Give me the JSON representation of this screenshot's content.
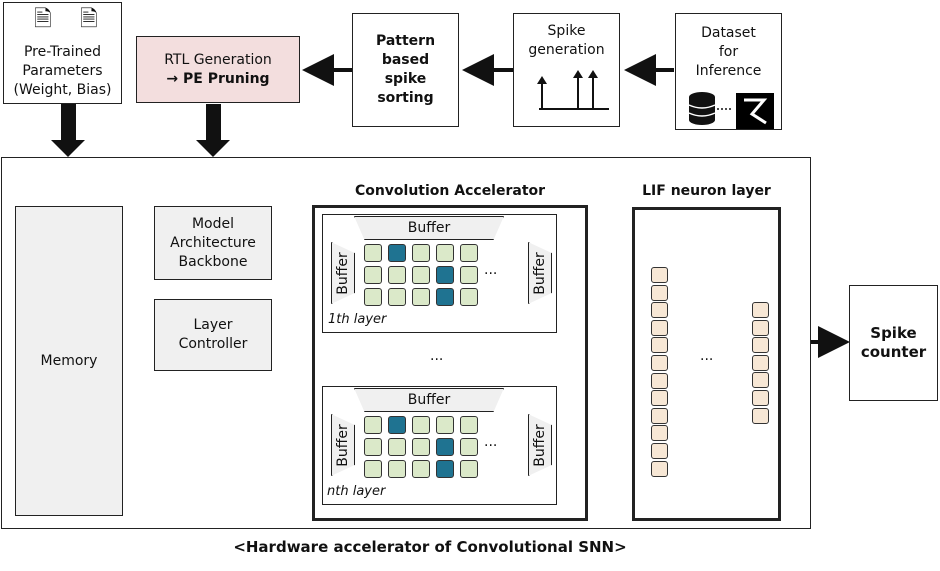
{
  "top": {
    "pretrained": "Pre-Trained\nParameters\n(Weight, Bias)",
    "rtl_line1": "RTL Generation",
    "rtl_line2": "→ PE Pruning",
    "pattern": "Pattern\nbased\nspike\nsorting",
    "spike_gen": "Spike\ngeneration",
    "dataset": "Dataset\nfor\nInference"
  },
  "main": {
    "memory": "Memory",
    "model_arch": "Model\nArchitecture\nBackbone",
    "layer_controller": "Layer\nController",
    "conv_title": "Convolution Accelerator",
    "buffer": "Buffer",
    "layer1": "1th layer",
    "layern": "nth layer",
    "dots": "...",
    "lif_title": "LIF neuron layer"
  },
  "spike_counter": "Spike\ncounter",
  "caption": "<Hardware accelerator of Convolutional SNN>",
  "colors": {
    "pe_light": "#dbe9c9",
    "pe_dark": "#1f7391",
    "pink": "#f3dede"
  }
}
